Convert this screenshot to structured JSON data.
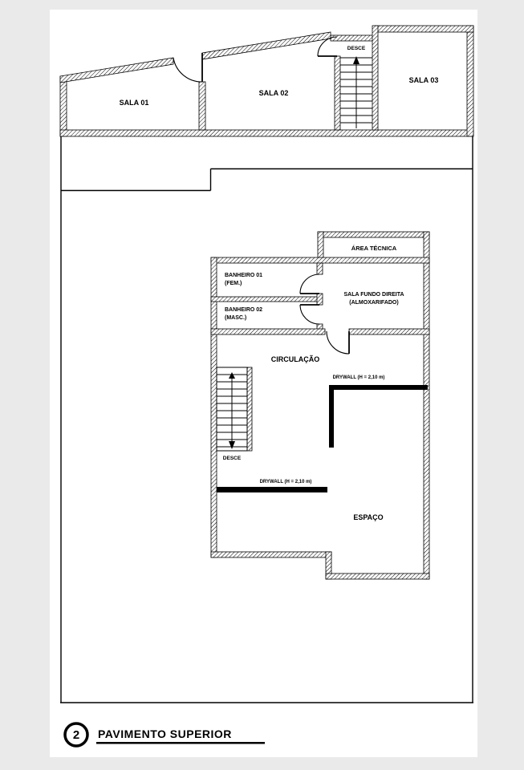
{
  "colors": {
    "background": "#eaeaea",
    "paper": "#ffffff",
    "ink": "#000000"
  },
  "title_block": {
    "number": "2",
    "title": "PAVIMENTO SUPERIOR"
  },
  "upper_wing": {
    "sala_01": "SALA 01",
    "sala_02": "SALA 02",
    "sala_03": "SALA 03",
    "stair_label": "DESCE"
  },
  "main_wing": {
    "area_tecnica": "ÁREA TÉCNICA",
    "banheiro_01": {
      "line1": "BANHEIRO 01",
      "line2": "(FEM.)"
    },
    "banheiro_02": {
      "line1": "BANHEIRO 02",
      "line2": "(MASC.)"
    },
    "sala_fundo": {
      "line1": "SALA FUNDO DIREITA",
      "line2": "(ALMOXARIFADO)"
    },
    "circulacao": "CIRCULAÇÃO",
    "stair_label": "DESCE",
    "drywall_right": "DRYWALL (H = 2,10 m)",
    "drywall_left": "DRYWALL (H = 2,10 m)",
    "espaco": "ESPAÇO"
  }
}
